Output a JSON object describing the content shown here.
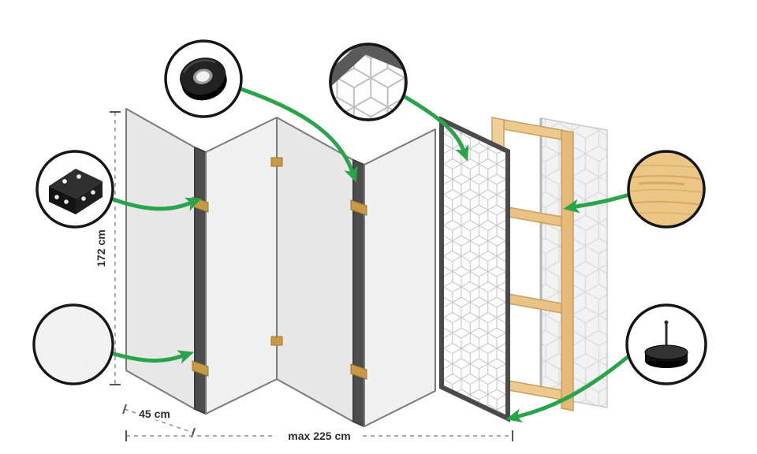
{
  "labels": {
    "height": "172 cm",
    "panel_width": "45 cm",
    "max_width": "max 225 cm"
  },
  "icons": {
    "hinge": "corner-bracket-icon",
    "tape": "duct-tape-icon",
    "fleece": "fleece-texture-icon",
    "pattern": "geometric-pattern-icon",
    "wood": "wood-texture-icon",
    "foot": "foot-pad-icon"
  },
  "colors": {
    "arrow_green": "#2aa44a",
    "panel_gray": "#eaeaea",
    "panel_edge_dark": "#4d4d4d",
    "wood_frame": "#ecc98e",
    "callout_border": "#161616"
  }
}
